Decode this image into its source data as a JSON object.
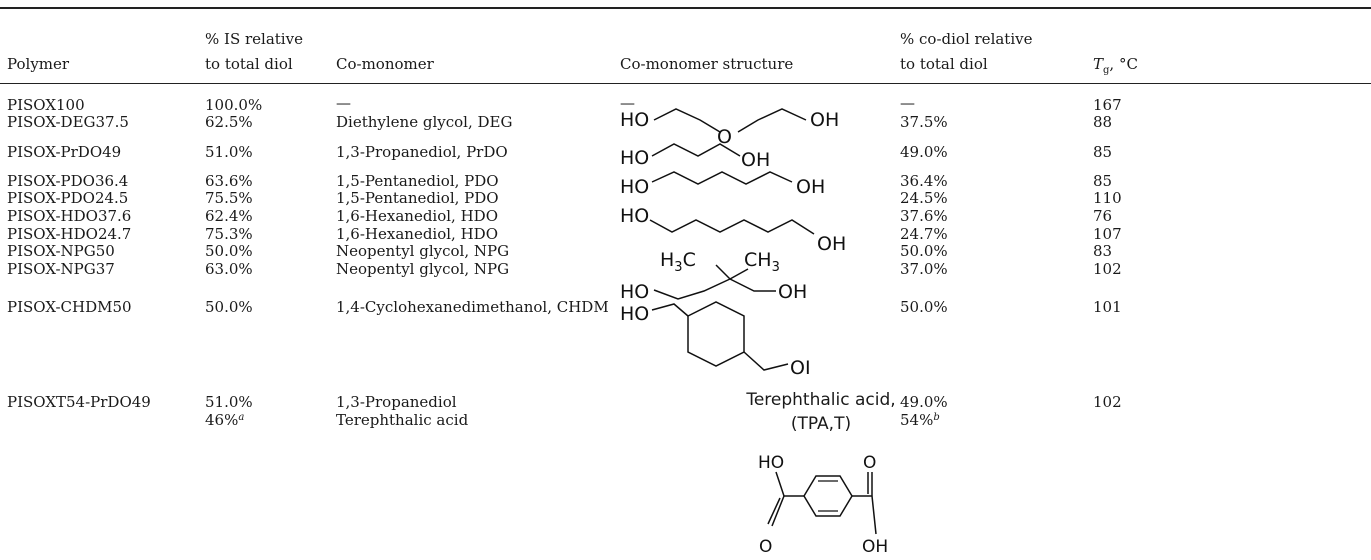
{
  "headers": {
    "polymer": "Polymer",
    "is_rel_l1": "% IS relative",
    "is_rel_l2": "to total diol",
    "comonomer": "Co-monomer",
    "structure": "Co-monomer structure",
    "codiol_l1": "% co-diol relative",
    "codiol_l2": "to total diol",
    "tg_var": "T",
    "tg_sub": "g",
    "tg_unit": ", °C"
  },
  "rows": [
    {
      "polymer": "PISOX100",
      "is": "100.0%",
      "comonomer": "—",
      "structure": "—",
      "codiol": "—",
      "tg": "167"
    },
    {
      "polymer": "PISOX-DEG37.5",
      "is": "62.5%",
      "comonomer": "Diethylene glycol, DEG",
      "codiol": "37.5%",
      "tg": "88"
    },
    {
      "polymer": "PISOX-PrDO49",
      "is": "51.0%",
      "comonomer": "1,3-Propanediol, PrDO",
      "codiol": "49.0%",
      "tg": "85"
    },
    {
      "polymer": "PISOX-PDO36.4",
      "is": "63.6%",
      "comonomer": "1,5-Pentanediol, PDO",
      "codiol": "36.4%",
      "tg": "85"
    },
    {
      "polymer": "PISOX-PDO24.5",
      "is": "75.5%",
      "comonomer": "1,5-Pentanediol, PDO",
      "codiol": "24.5%",
      "tg": "110"
    },
    {
      "polymer": "PISOX-HDO37.6",
      "is": "62.4%",
      "comonomer": "1,6-Hexanediol, HDO",
      "codiol": "37.6%",
      "tg": "76"
    },
    {
      "polymer": "PISOX-HDO24.7",
      "is": "75.3%",
      "comonomer": "1,6-Hexanediol, HDO",
      "codiol": "24.7%",
      "tg": "107"
    },
    {
      "polymer": "PISOX-NPG50",
      "is": "50.0%",
      "comonomer": "Neopentyl glycol, NPG",
      "codiol": "50.0%",
      "tg": "83"
    },
    {
      "polymer": "PISOX-NPG37",
      "is": "63.0%",
      "comonomer": "Neopentyl glycol, NPG",
      "codiol": "37.0%",
      "tg": "102"
    },
    {
      "polymer": "PISOX-CHDM50",
      "is": "50.0%",
      "comonomer": "1,4-Cyclohexanedimethanol, CHDM",
      "codiol": "50.0%",
      "tg": "101"
    },
    {
      "polymer": "PISOXT54-PrDO49",
      "is": "51.0%",
      "is2": "46%",
      "is2_note": "a",
      "comonomer": "1,3-Propanediol",
      "comonomer2": "Terephthalic acid",
      "codiol": "49.0%",
      "codiol2": "54%",
      "codiol2_note": "b",
      "tg": "102"
    }
  ],
  "structures": {
    "ho": "HO",
    "oh": "OH",
    "o": "O",
    "ol": "OI",
    "h3c": "H",
    "h3c_sub": "3",
    "h3c_c": "C",
    "ch3": "CH",
    "ch3_sub": "3",
    "tpa_l1": "Terephthalic acid,",
    "tpa_l2": "(TPA,T)",
    "tpa_o": "O"
  }
}
